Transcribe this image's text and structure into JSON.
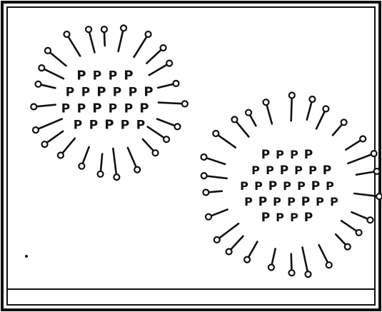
{
  "figure": {
    "ink_color": "#111111",
    "background": "#ffffff",
    "frame_color": "#111111"
  },
  "particles": [
    {
      "name": "left-particle",
      "label": "P",
      "rows": [
        4,
        6,
        6,
        5
      ],
      "tails": 23
    },
    {
      "name": "right-particle",
      "label": "P",
      "rows": [
        4,
        6,
        7,
        7,
        4
      ],
      "tails": 26
    }
  ]
}
